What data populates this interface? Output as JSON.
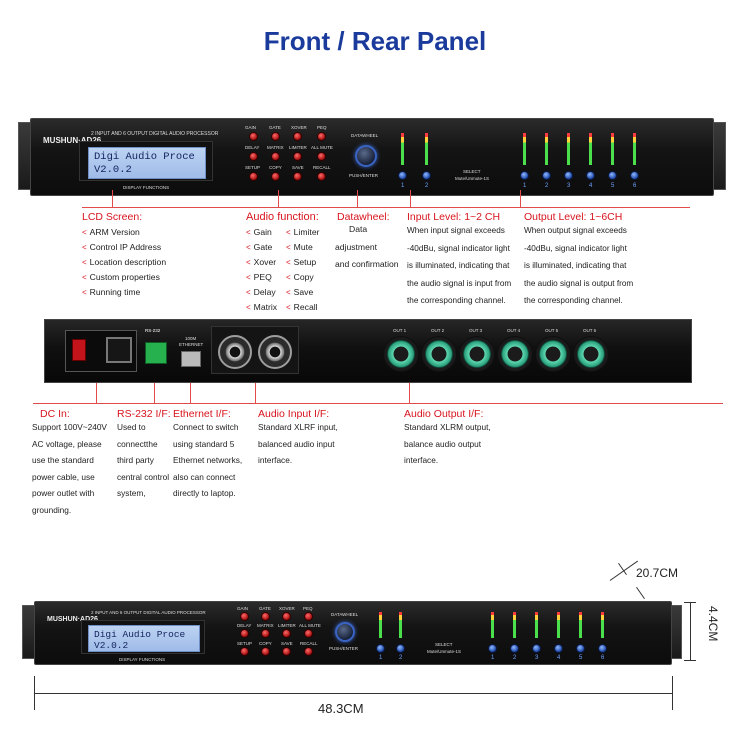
{
  "title": "Front / Rear Panel",
  "front_panel": {
    "brand": "MUSHUN·AD26",
    "header_text": "2 INPUT AND 6 OUTPUT DIGITAL AUDIO PROCESSOR",
    "lcd_line1": "Digi Audio Proce",
    "lcd_line2": "V2.0.2",
    "display_functions": "DISPLAY FUNCTIONS",
    "button_labels": [
      "GAIN",
      "GATE",
      "XOVER",
      "PEQ",
      "DELAY",
      "MATRIX",
      "LIMITER",
      "ALL MUTE",
      "SETUP",
      "COPY",
      "SAVE",
      "RECALL"
    ],
    "datawheel_label": "DATAWHEEL",
    "pushenter_label": "PUSH/ENTER",
    "select_label": "SELECT",
    "mute_label": "Mute/Unmute-1S",
    "input_channels": [
      "1",
      "2"
    ],
    "output_channels": [
      "1",
      "2",
      "3",
      "4",
      "5",
      "6"
    ]
  },
  "front_annotations": {
    "lcd": {
      "heading": "LCD Screen:",
      "items": [
        "ARM Version",
        "Control IP Address",
        "Location description",
        "Custom properties",
        "Running time"
      ]
    },
    "audio_function": {
      "heading": "Audio function:",
      "col1": [
        "Gain",
        "Gate",
        "Xover",
        "PEQ",
        "Delay",
        "Matrix"
      ],
      "col2": [
        "Limiter",
        "Mute",
        "Setup",
        "Copy",
        "Save",
        "Recall"
      ]
    },
    "datawheel": {
      "heading": "Datawheel:",
      "lines": [
        "Data",
        "adjustment",
        "and confirmation"
      ]
    },
    "input_level": {
      "heading": "Input Level:  1~2 CH",
      "lines": [
        "When input signal exceeds",
        "-40dBu, signal indicator light",
        "is illuminated, indicating that",
        "the audio signal is input from",
        "the corresponding channel."
      ]
    },
    "output_level": {
      "heading": "Output Level:  1~6CH",
      "lines": [
        "When output signal exceeds",
        "-40dBu, signal indicator light",
        "is illuminated, indicating that",
        "the audio signal is output from",
        "the corresponding channel."
      ]
    }
  },
  "rear_panel": {
    "ethernet_label_top": "100M",
    "ethernet_label": "ETHERNET",
    "rs232_label": "RS-232",
    "output_labels": [
      "OUT 1",
      "OUT 2",
      "OUT 3",
      "OUT 4",
      "OUT 5",
      "OUT 6"
    ]
  },
  "rear_annotations": {
    "dc_in": {
      "heading": "DC In:",
      "lines": [
        "Support 100V~240V",
        "AC voltage, please",
        "use the standard",
        "power cable, use",
        "power outlet with",
        "grounding."
      ]
    },
    "rs232": {
      "heading": "RS-232 I/F:",
      "lines": [
        "Used to",
        "connectthe",
        "third party",
        "central control",
        "system,"
      ]
    },
    "ethernet": {
      "heading": "Ethernet I/F:",
      "lines": [
        "Connect to switch",
        "using standard 5",
        "Ethernet networks,",
        "also can connect",
        "directly to laptop."
      ]
    },
    "audio_input": {
      "heading": "Audio Input I/F:",
      "lines": [
        "Standard XLRF input,",
        "balanced audio input",
        "interface."
      ]
    },
    "audio_output": {
      "heading": "Audio Output I/F:",
      "lines": [
        "Standard XLRM output,",
        "balance audio output",
        "interface."
      ]
    }
  },
  "dimensions": {
    "depth": "20.7CM",
    "height": "4.4CM",
    "width": "48.3CM"
  }
}
